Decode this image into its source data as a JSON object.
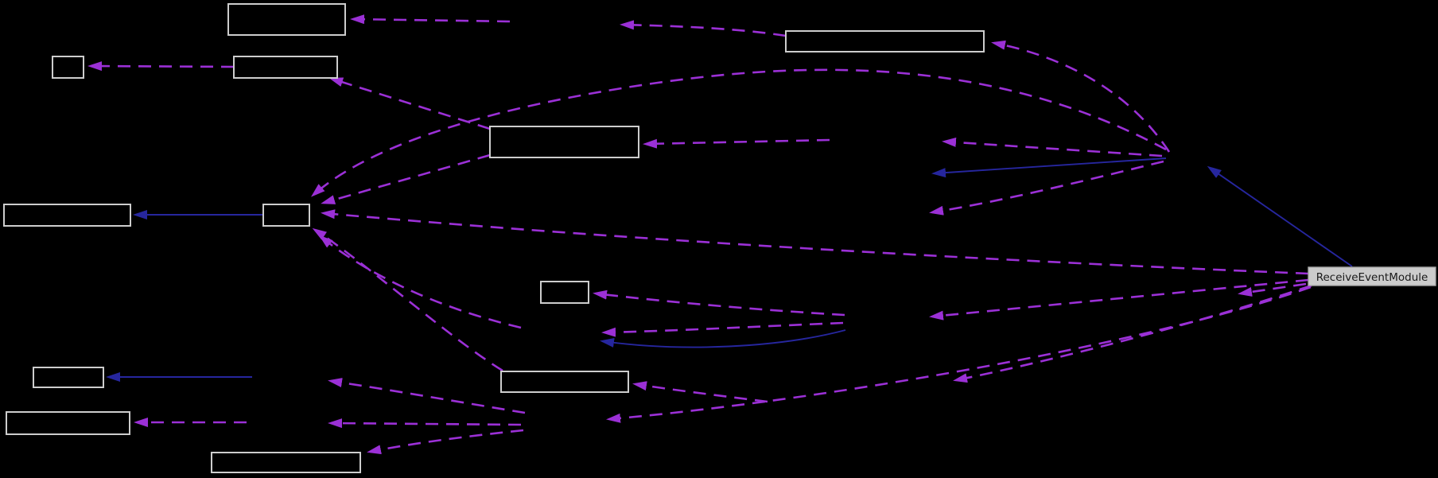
{
  "diagram": {
    "type": "dependency-graph",
    "background_color": "#000000",
    "node_border_color": "#cdcdcd",
    "node_fill_color": "#000000",
    "dashed_edge_color": "#9b30d6",
    "solid_edge_color": "#26269e",
    "highlighted_node": {
      "label": "ReceiveEventModule",
      "fill": "#cccccc",
      "text_color": "#1a1a1a"
    },
    "unlabeled_node_count": 12,
    "edge_styles": [
      "dashed-purple-arrow",
      "solid-blue-arrow"
    ]
  }
}
